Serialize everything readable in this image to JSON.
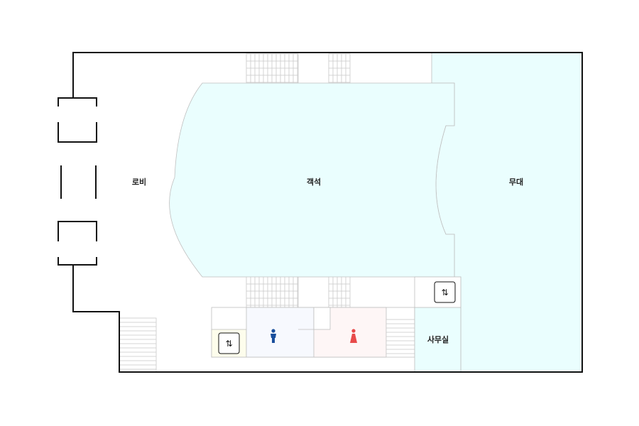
{
  "floor_plan": {
    "rooms": {
      "lobby": "로비",
      "seating": "객석",
      "stage": "무대",
      "office": "사무실"
    },
    "icons": {
      "elevator_1": "elevator-icon",
      "elevator_2": "elevator-icon",
      "mens_restroom": "male-restroom-icon",
      "womens_restroom": "female-restroom-icon"
    },
    "colors": {
      "seating_fill": "#eafefe",
      "stage_fill": "#eafefe",
      "office_fill": "#eafefe",
      "mens_restroom_fill": "#f7f9fe",
      "womens_restroom_fill": "#fef6f6",
      "elevator_bg_fill": "#fdfdec",
      "male_icon": "#1a4f9c",
      "female_icon": "#e84a4a",
      "outline": "#111111"
    }
  }
}
